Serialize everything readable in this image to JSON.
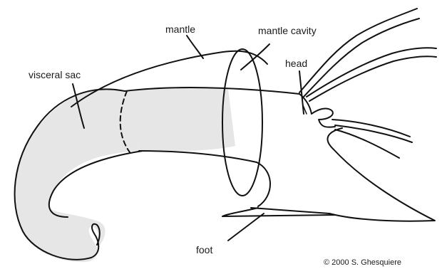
{
  "labels": {
    "visceral_sac": "visceral sac",
    "mantle": "mantle",
    "mantle_cavity": "mantle cavity",
    "head": "head",
    "foot": "foot"
  },
  "credit": "© 2000 S. Ghesquiere"
}
